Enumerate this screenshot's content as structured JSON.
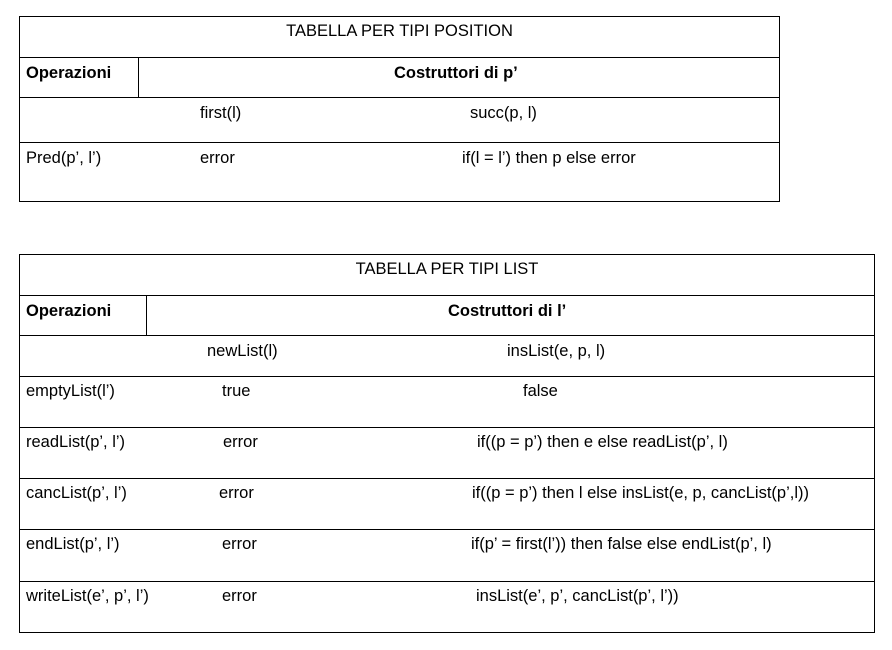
{
  "position_table": {
    "title": "TABELLA PER TIPI POSITION",
    "op_header": "Operazioni",
    "ctor_header": "Costruttori di p’",
    "ctors": [
      "first(l)",
      "succ(p, l)"
    ],
    "rows": [
      {
        "op": "Pred(p’, l’)",
        "c1": "error",
        "c2": "if(l = l’) then p else error"
      }
    ]
  },
  "list_table": {
    "title": "TABELLA PER TIPI LIST",
    "op_header": "Operazioni",
    "ctor_header": "Costruttori di l’",
    "ctors": [
      "newList(l)",
      "insList(e, p, l)"
    ],
    "rows": [
      {
        "op": "emptyList(l’)",
        "c1": "true",
        "c2": "false"
      },
      {
        "op": "readList(p’, l’)",
        "c1": "error",
        "c2": "if((p = p’) then e else readList(p’, l)"
      },
      {
        "op": "cancList(p’, l’)",
        "c1": "error",
        "c2": "if((p = p’) then l else insList(e, p, cancList(p’,l))"
      },
      {
        "op": "endList(p’, l’)",
        "c1": "error",
        "c2": "if(p’ = first(l’)) then false else endList(p’, l)"
      },
      {
        "op": "writeList(e’, p’, l’)",
        "c1": "error",
        "c2": "insList(e’, p’, cancList(p’, l’))"
      }
    ]
  }
}
